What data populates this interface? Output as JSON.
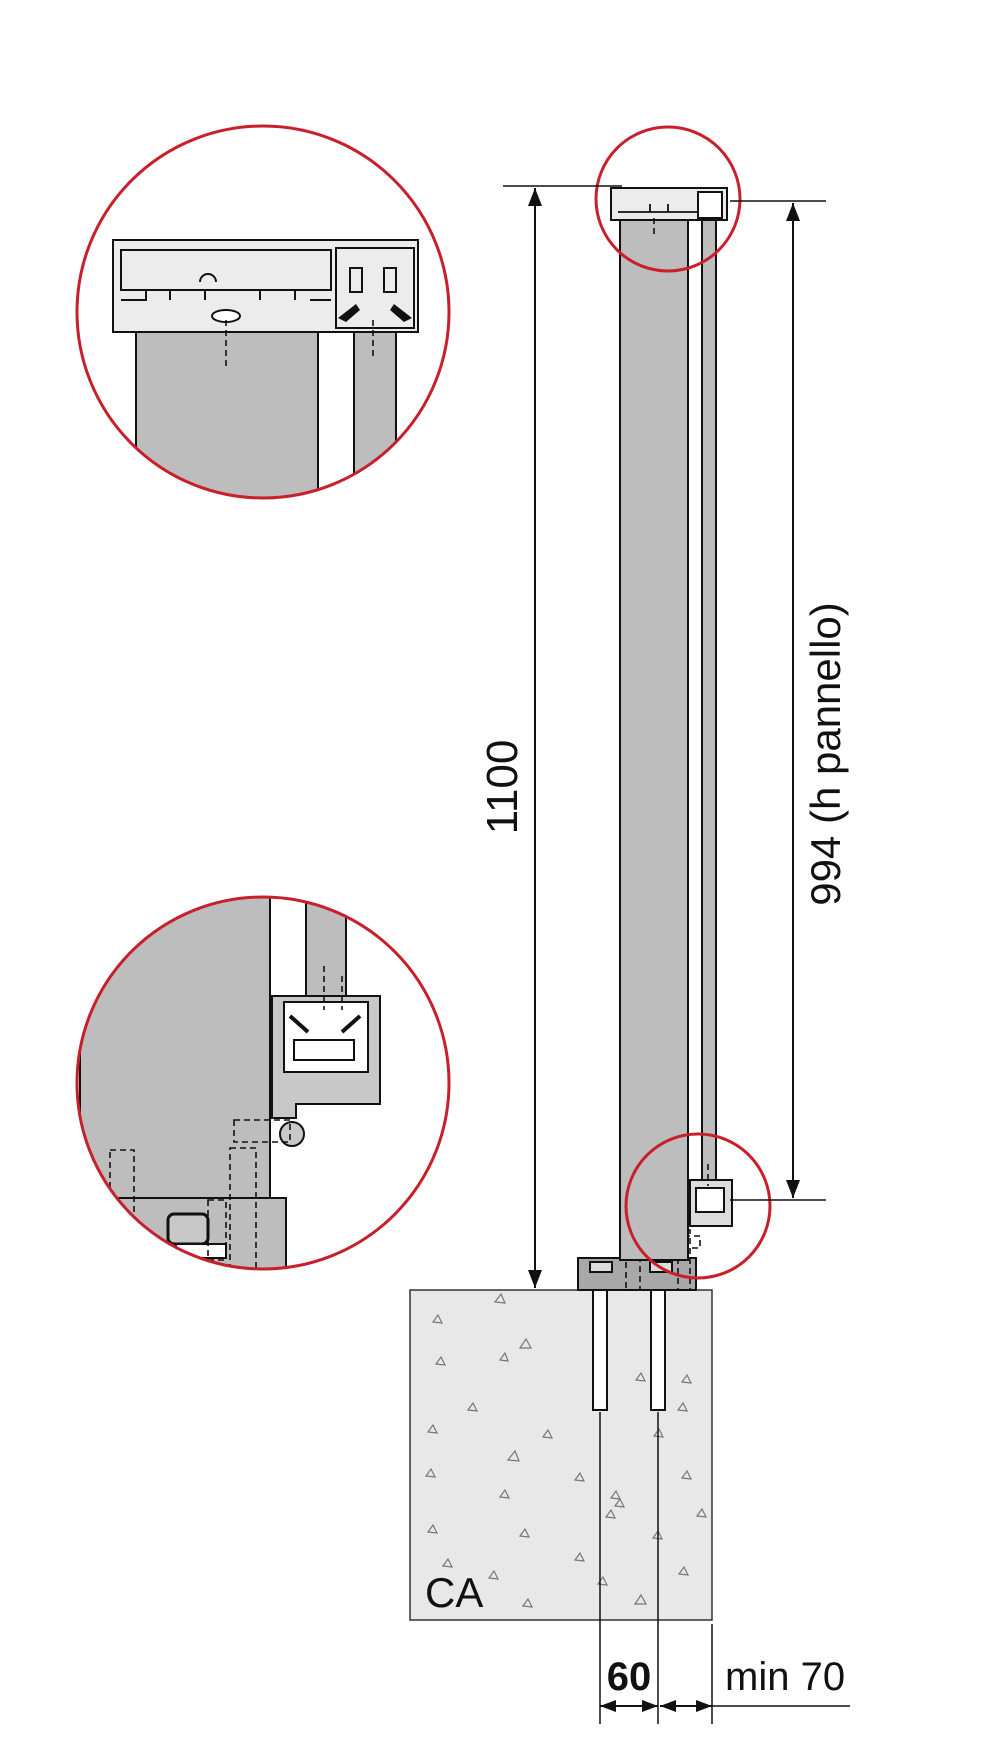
{
  "dimensions": {
    "total_height": "1100",
    "panel_height": "994 (h pannello)",
    "anchor_spacing": "60",
    "edge_distance": "min 70"
  },
  "material": {
    "concrete_label": "CA"
  },
  "colors": {
    "callout": "#c8202a",
    "panel": "#bdbdbd",
    "concrete": "#e8e8e8",
    "line": "#111111"
  }
}
